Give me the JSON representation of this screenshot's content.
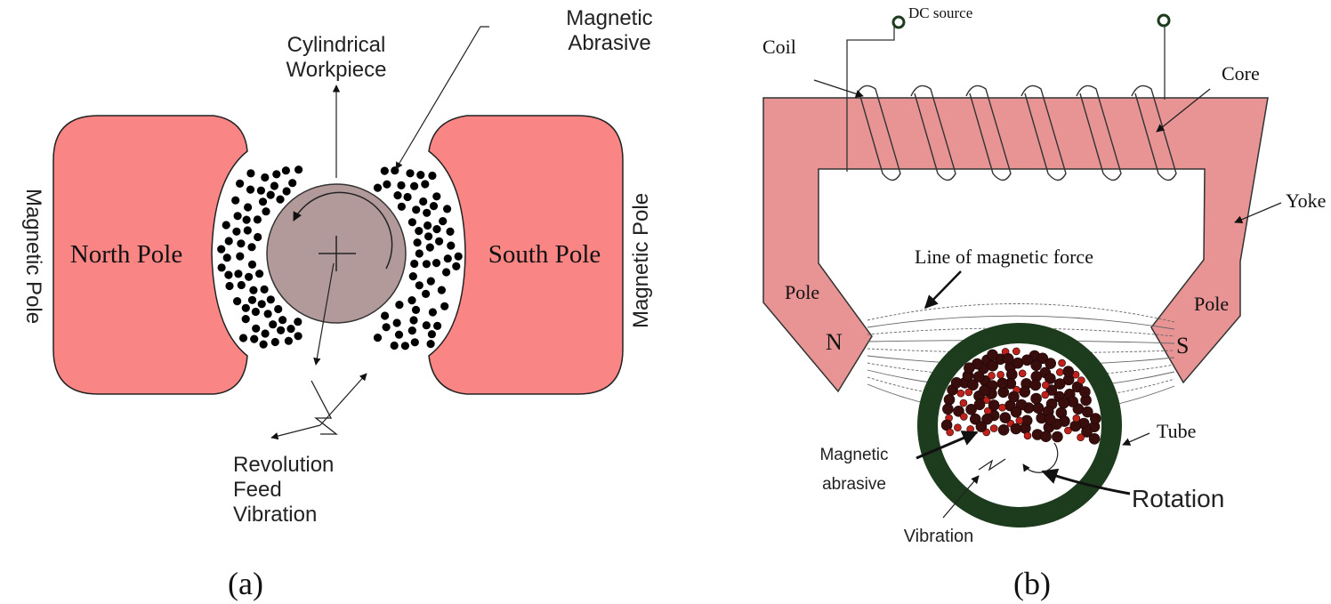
{
  "panel_a": {
    "caption": "(a)",
    "north_pole": "North Pole",
    "south_pole": "South Pole",
    "magnetic_pole_left": "Magnetic Pole",
    "magnetic_pole_right": "Magnetic Pole",
    "workpiece_line1": "Cylindrical",
    "workpiece_line2": "Workpiece",
    "abrasive_line1": "Magnetic",
    "abrasive_line2": "Abrasive",
    "motion_line1": "Revolution",
    "motion_line2": "Feed",
    "motion_line3": "Vibration"
  },
  "panel_b": {
    "caption": "(b)",
    "dc_source": "DC source",
    "coil": "Coil",
    "core": "Core",
    "yoke": "Yoke",
    "line_of_force": "Line of magnetic force",
    "pole_left": "Pole",
    "pole_right": "Pole",
    "n_label": "N",
    "s_label": "S",
    "tube": "Tube",
    "abrasive_line1": "Magnetic",
    "abrasive_line2": "abrasive",
    "rotation": "Rotation",
    "vibration": "Vibration"
  },
  "colors": {
    "pole_fill_a": "#f98585",
    "workpiece_fill": "#b29a9a",
    "yoke_fill": "#e89494",
    "tube_fill": "#1d3b1d",
    "abrasive_dark": "#3a0d0d",
    "abrasive_red": "#c0211a"
  }
}
